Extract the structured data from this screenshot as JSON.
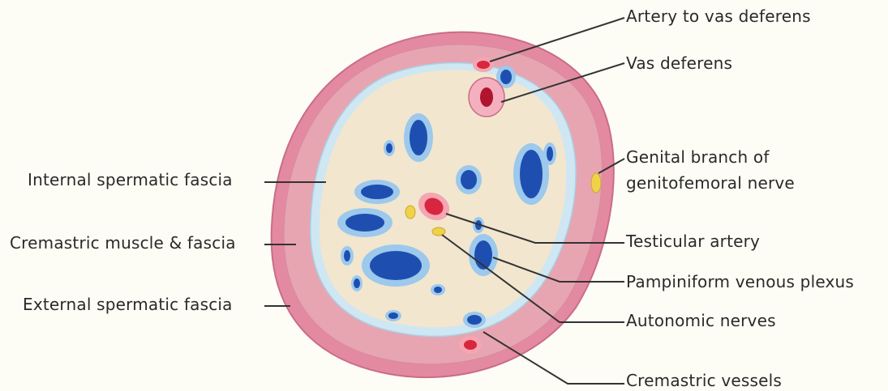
{
  "labels_left": {
    "internal_fascia": "Internal spermatic fascia",
    "cremasteric": "Cremastric muscle & fascia",
    "external_fascia": "External spermatic fascia"
  },
  "labels_right": {
    "artery_vas": "Artery to vas deferens",
    "vas_deferens": "Vas deferens",
    "genital_branch_1": "Genital branch of",
    "genital_branch_2": "genitofemoral nerve",
    "testicular_artery": "Testicular artery",
    "pampiniform": "Pampiniform venous plexus",
    "autonomic": "Autonomic nerves",
    "cremastric_vessels": "Cremastric vessels"
  },
  "colors": {
    "outer_layer": "#e48aa0",
    "muscle_layer": "#e7a5b2",
    "inner_fascia_ring": "#cfe7f2",
    "core": "#f2e6cf",
    "vein_dark": "#1e4fb0",
    "vein_light": "#9cc9ec",
    "artery": "#d8263f",
    "nerve": "#f0d24a"
  }
}
